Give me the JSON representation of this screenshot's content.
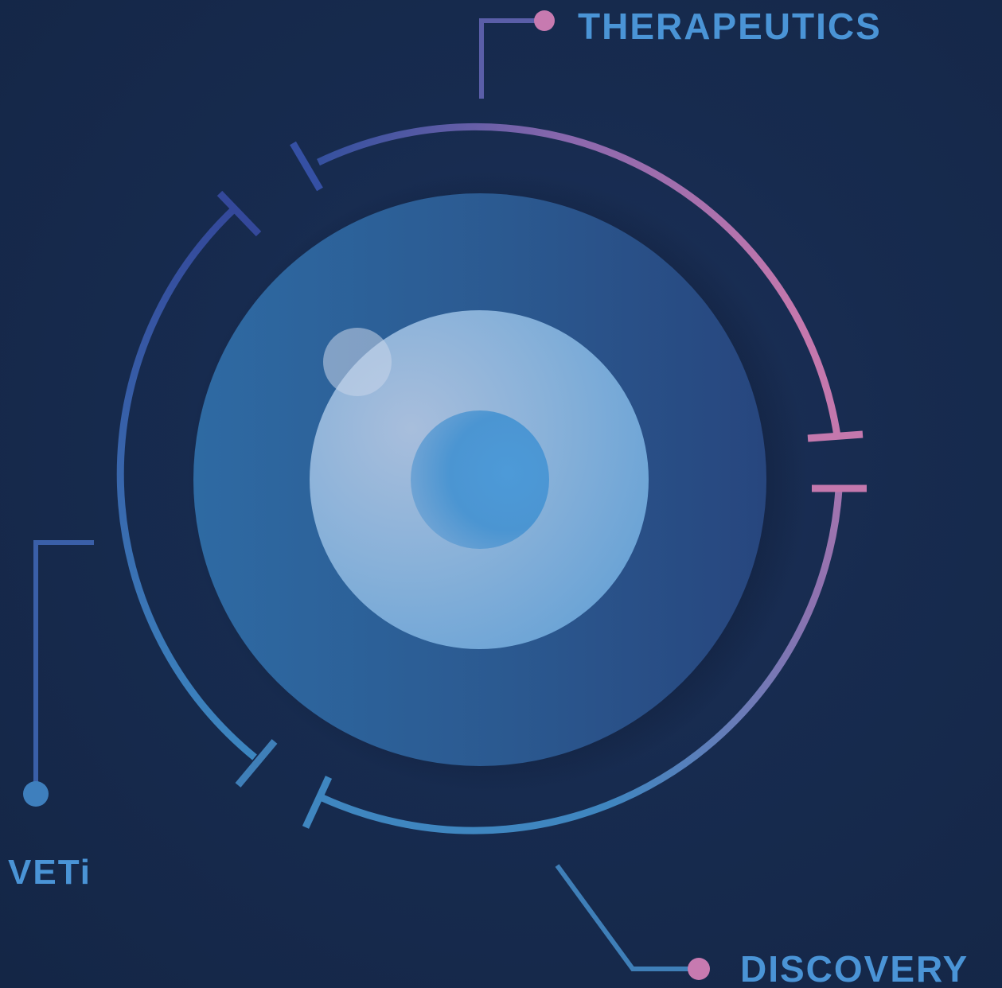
{
  "labels": {
    "therapeutics": "THERAPEUTICS",
    "veti": "VETi",
    "discovery": "DISCOVERY"
  },
  "colors": {
    "background": "#172a4d",
    "label_text": "#4a94d6",
    "segment_blue": "#34509c",
    "segment_pink": "#b86fa6",
    "segment_teal": "#3f7fb8",
    "connector_pink": "#c77ab0",
    "connector_blue": "#3a5fa8",
    "outer_sphere": "#2c5c95",
    "inner_sphere": "#8cb1d6",
    "core": "#4a9ad6"
  }
}
